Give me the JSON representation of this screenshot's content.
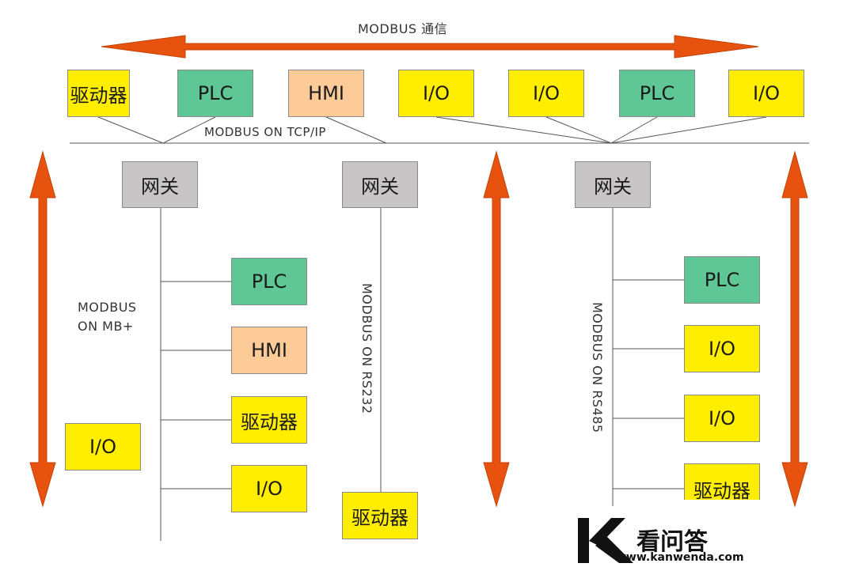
{
  "top_bus": {
    "label": "MODBUS 通信"
  },
  "tcp_bus": {
    "label": "MODBUS ON TCP/IP"
  },
  "top_devices": [
    {
      "label": "驱动器",
      "color": "#ffee00"
    },
    {
      "label": "PLC",
      "color": "#5ec795"
    },
    {
      "label": "HMI",
      "color": "#fdcb98"
    },
    {
      "label": "I/O",
      "color": "#ffee00"
    },
    {
      "label": "I/O",
      "color": "#ffee00"
    },
    {
      "label": "PLC",
      "color": "#5ec795"
    },
    {
      "label": "I/O",
      "color": "#ffee00"
    }
  ],
  "networks": {
    "mb_plus": {
      "gateway": "网关",
      "label_line1": "MODBUS",
      "label_line2": "ON MB+",
      "devices": [
        "PLC",
        "HMI",
        "驱动器",
        "I/O"
      ],
      "standalone_device": "I/O"
    },
    "rs232": {
      "gateway": "网关",
      "label": "MODBUS ON RS232",
      "devices": [
        "驱动器"
      ]
    },
    "rs485": {
      "gateway": "网关",
      "label": "MODBUS ON RS485",
      "devices": [
        "PLC",
        "I/O",
        "I/O",
        "驱动器"
      ]
    }
  },
  "colors": {
    "arrow": "#e8520f",
    "device_yellow": "#ffee00",
    "device_green": "#5ec795",
    "device_peach": "#fdcb98",
    "gateway_gray": "#c7c5c6"
  },
  "watermark": {
    "name": "看问答",
    "url": "www.kanwenda.com"
  }
}
